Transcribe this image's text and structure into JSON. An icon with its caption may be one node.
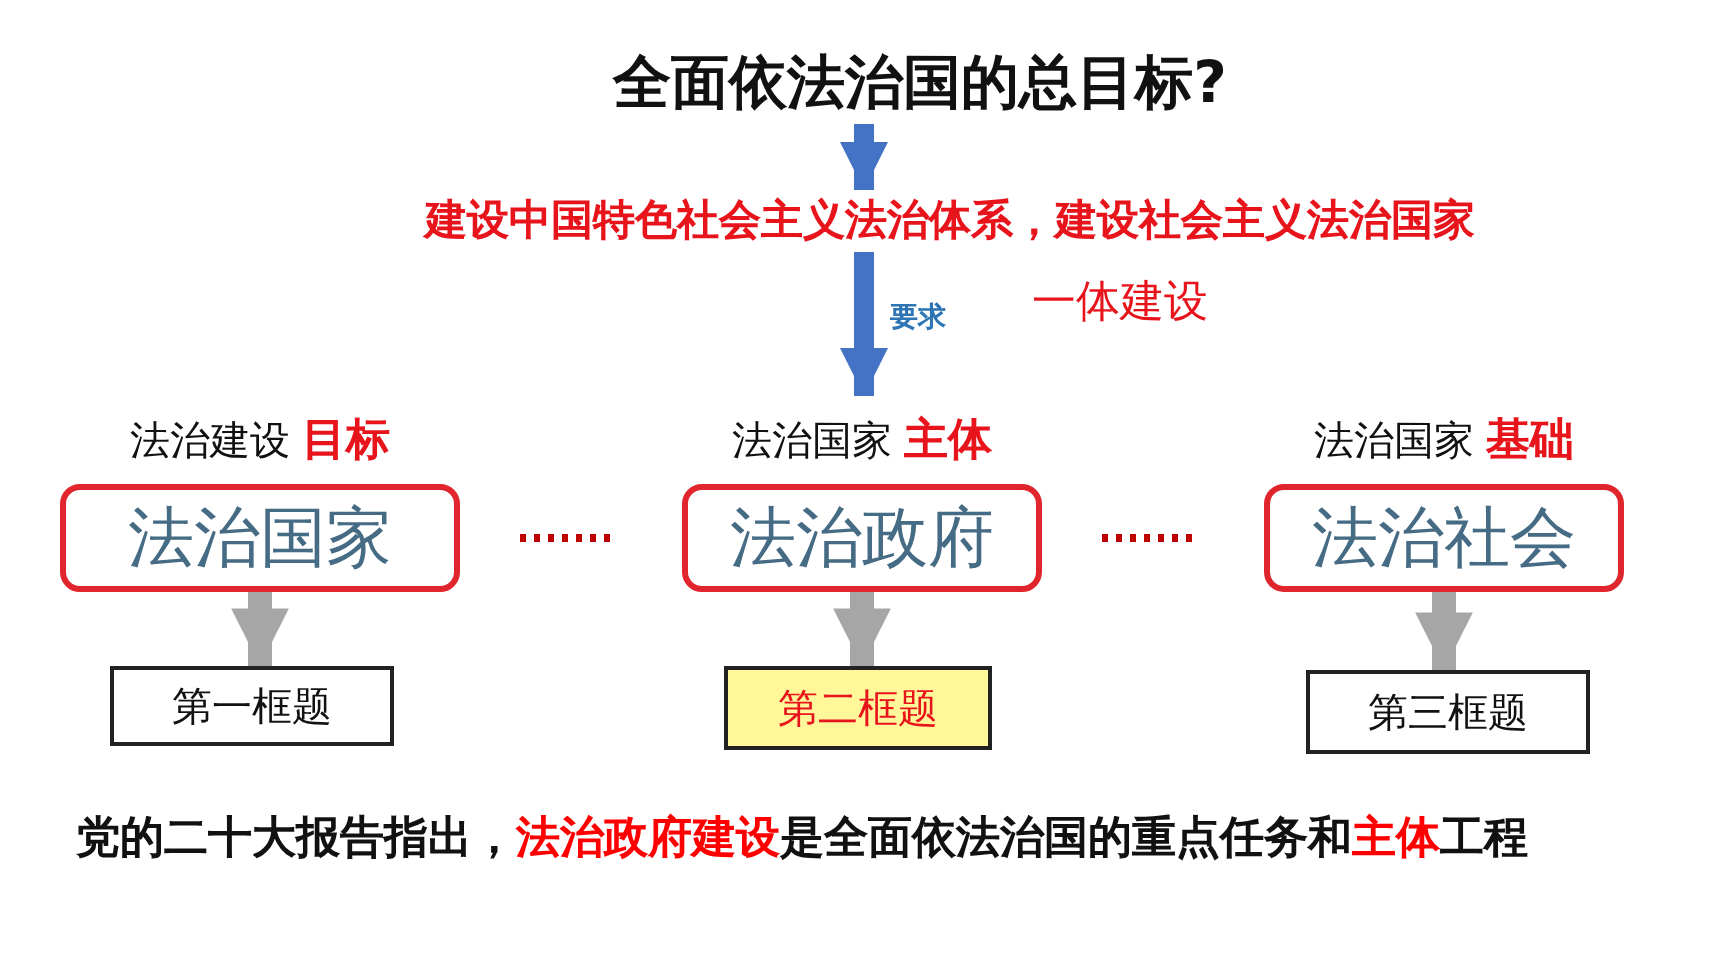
{
  "diagram": {
    "nodes": [
      {
        "text": [
          "全面依法治国的总目标?"
        ]
      },
      {
        "text": [
          "建设中国特色社会主义法治体系，建设社会主义法治国家"
        ]
      },
      {
        "text": [
          "法治建设 **目标**",
          "法治国家"
        ]
      },
      {
        "text": [
          "法治国家 **主体**",
          "法治政府"
        ]
      },
      {
        "text": [
          "法治国家 **基础**",
          "法治社会"
        ]
      },
      {
        "text": [
          "第一框题"
        ]
      },
      {
        "text": [
          "第二框题"
        ]
      },
      {
        "text": [
          "第三框题"
        ]
      }
    ],
    "edges": [
      {
        "from": 0,
        "to": 1,
        "arrow": "to",
        "color": "#4472c4"
      },
      {
        "from": 1,
        "to": 3,
        "arrow": "to",
        "label": "要求",
        "color": "#4472c4"
      },
      {
        "from": 2,
        "to": 3,
        "arrow": "none",
        "style": "dashed",
        "color": "#c00000"
      },
      {
        "from": 3,
        "to": 4,
        "arrow": "none",
        "style": "dashed",
        "color": "#c00000"
      },
      {
        "from": 2,
        "to": 5,
        "arrow": "to"
      },
      {
        "from": 3,
        "to": 6,
        "arrow": "to"
      },
      {
        "from": 4,
        "to": 7,
        "arrow": "to"
      }
    ],
    "labels": [
      "一体建设",
      "党的二十大报告指出，**法治政府建设**是全面依法治国的重点任务和**主体**工程"
    ]
  }
}
